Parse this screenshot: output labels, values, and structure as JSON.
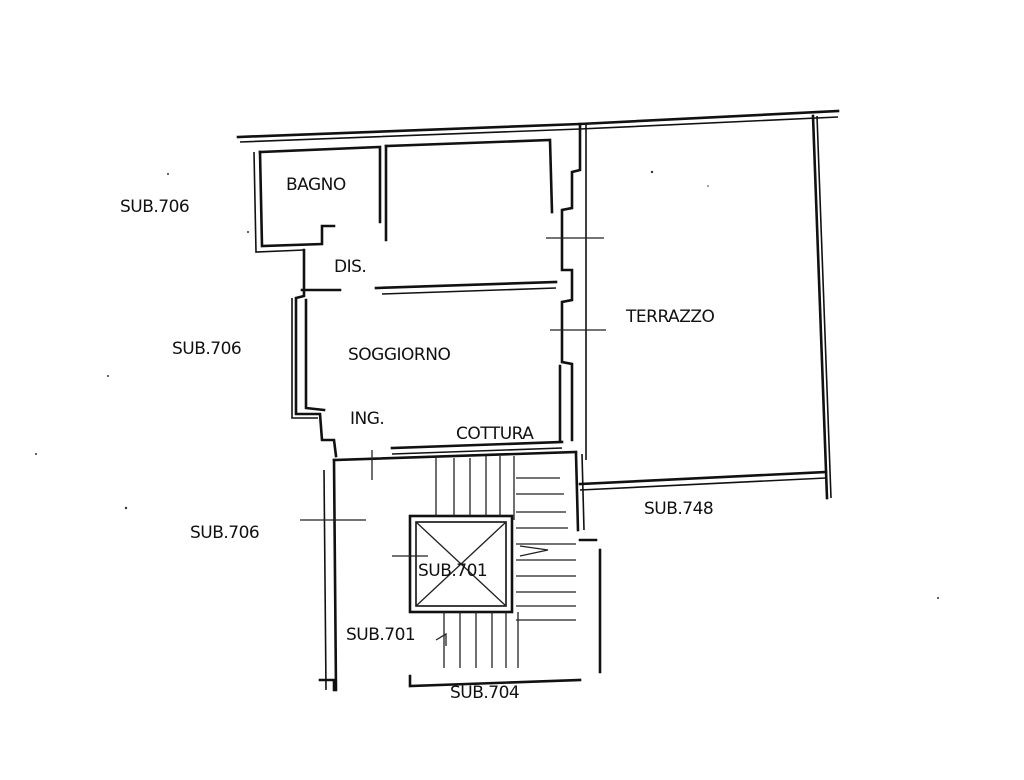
{
  "plan": {
    "rooms": {
      "bagno": "BAGNO",
      "dis": "DIS.",
      "soggiorno": "SOGGIORNO",
      "ingresso": "ING.",
      "cottura": "COTTURA",
      "terrazzo": "TERRAZZO"
    },
    "subalterni": {
      "left_top": "SUB.706",
      "left_mid": "SUB.706",
      "left_low": "SUB.706",
      "terrace_below": "SUB.748",
      "lift": "SUB.701",
      "stair": "SUB.701",
      "bottom": "SUB.704"
    }
  }
}
